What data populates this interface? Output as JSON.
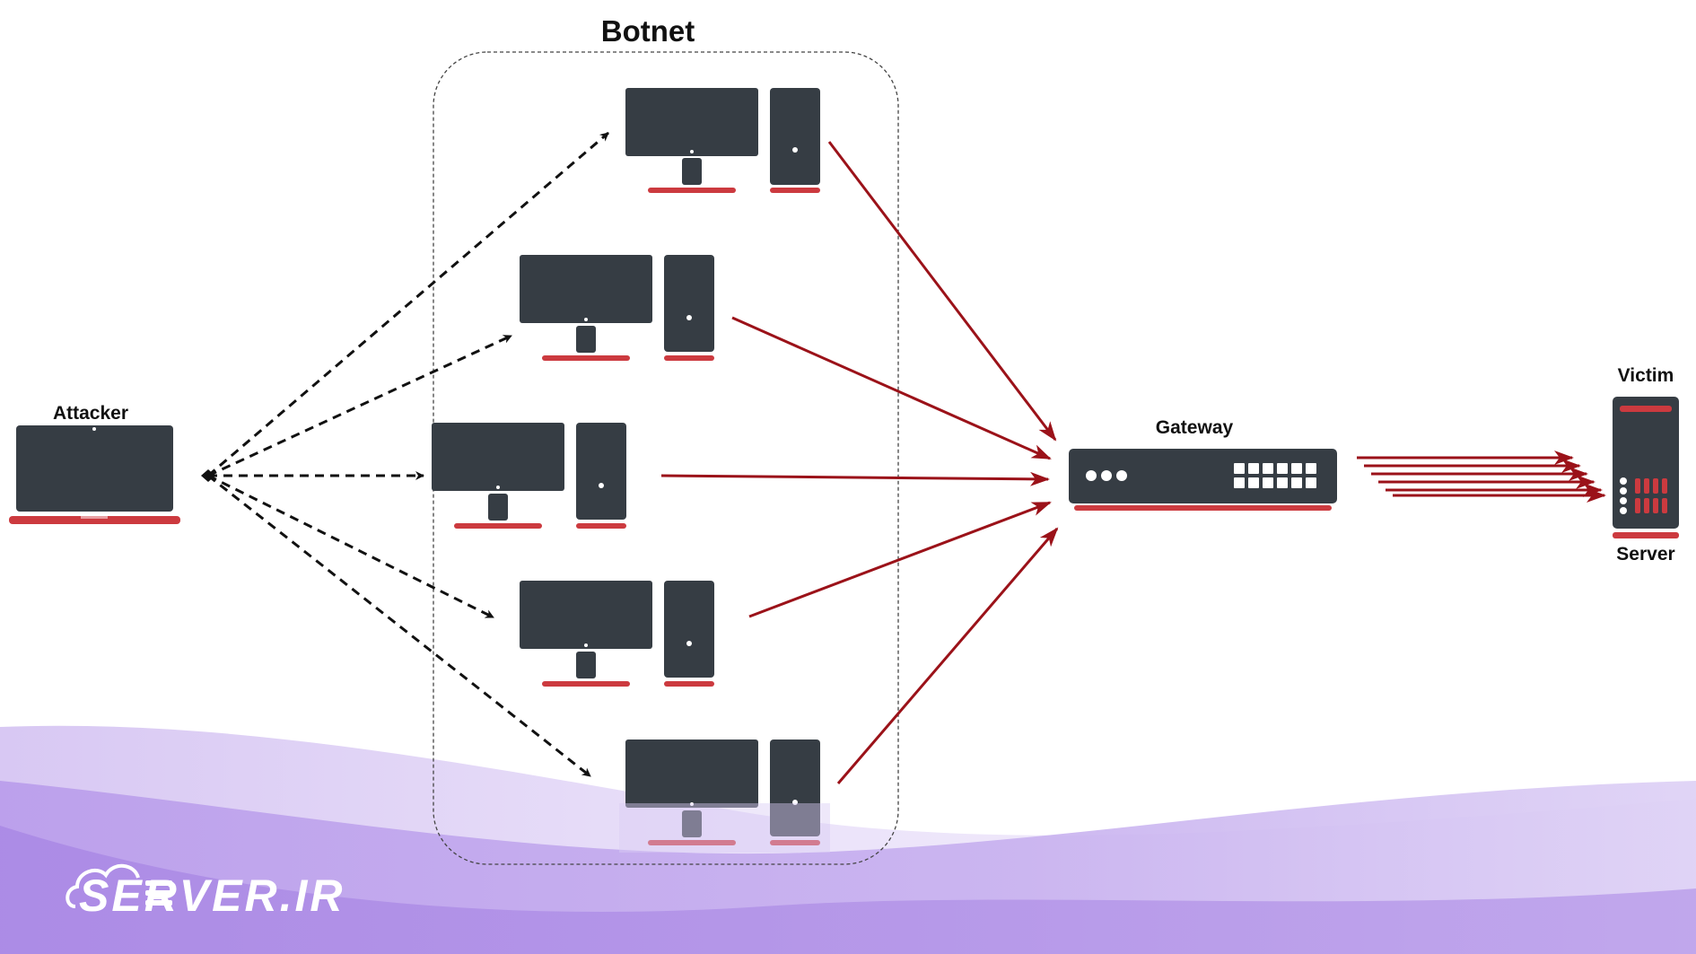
{
  "labels": {
    "botnet": "Botnet",
    "attacker": "Attacker",
    "gateway": "Gateway",
    "victim": "Victim",
    "server": "Server"
  },
  "watermark": {
    "brand": "SERVER.IR"
  },
  "colors": {
    "device": "#363d44",
    "accent": "#cc3a3f",
    "attack_arrow": "#9b1219",
    "command_arrow": "#111111",
    "wave_light": "#e3d6f6",
    "wave_mid": "#c9b2ef",
    "wave_dark": "#a989e6"
  },
  "icons": {
    "attacker": "laptop-icon",
    "bot": "desktop-computer-icon",
    "gateway": "network-switch-icon",
    "victim": "server-tower-icon",
    "watermark": "cloud-server-logo-icon"
  }
}
